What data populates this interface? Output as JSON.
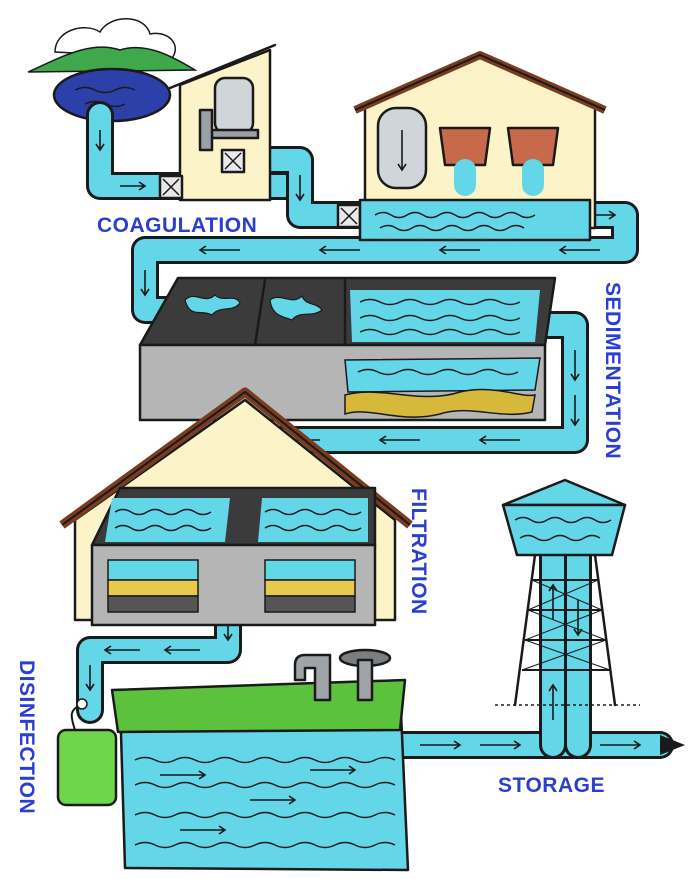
{
  "stages": {
    "coagulation": "COAGULATION",
    "sedimentation": "SEDIMENTATION",
    "filtration": "FILTRATION",
    "disinfection": "DISINFECTION",
    "storage": "STORAGE"
  },
  "colors": {
    "label": "#2a3fd0",
    "water": "#63d6e8",
    "house_wall": "#fdf3c8",
    "roof": "#7a3b1f",
    "concrete": "#b5b5b5",
    "grass": "#5cc13c",
    "sand": "#e8c94a",
    "disinfectant_tank": "#6ed64a"
  }
}
